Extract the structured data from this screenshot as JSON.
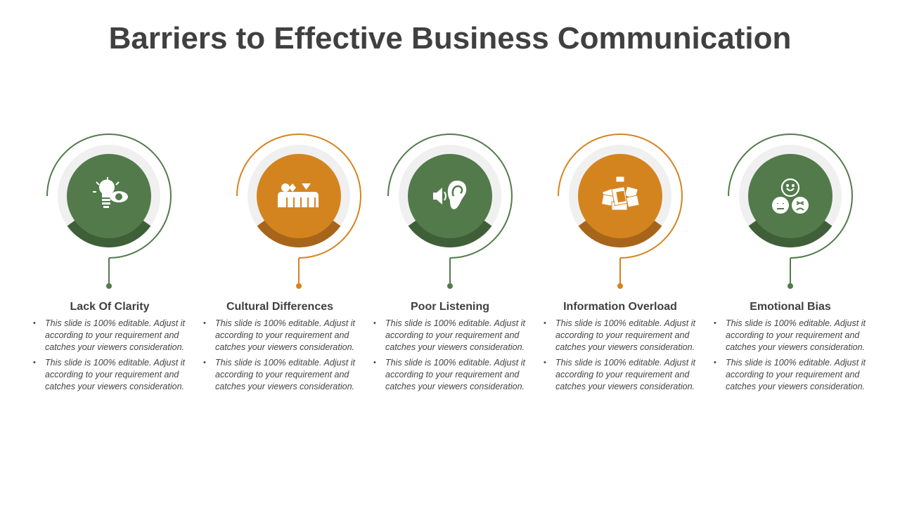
{
  "title": "Barriers to Effective Business Communication",
  "colors": {
    "green": "#537a4b",
    "green_dark": "#3f5f38",
    "orange": "#d4841f",
    "orange_dark": "#a6651b",
    "ring": "#f0f0f0",
    "title": "#404040"
  },
  "items": [
    {
      "heading": "Lack Of Clarity",
      "icon": "lightbulb-eye-icon",
      "color": "green",
      "bullets": [
        "This slide is 100% editable. Adjust it according to your requirement and catches your viewers consideration.",
        "This slide is 100% editable. Adjust it according to your requirement and catches your viewers consideration."
      ]
    },
    {
      "heading": "Cultural Differences",
      "icon": "diverse-people-icon",
      "color": "orange",
      "bullets": [
        "This slide is 100% editable. Adjust it according to your requirement and catches your viewers consideration.",
        "This slide is 100% editable. Adjust it according to your requirement and catches your viewers consideration."
      ]
    },
    {
      "heading": "Poor Listening",
      "icon": "ear-speaker-icon",
      "color": "green",
      "bullets": [
        "This slide is 100% editable. Adjust it according to your requirement and catches your viewers consideration.",
        "This slide is 100% editable. Adjust it according to your requirement and catches your viewers consideration."
      ]
    },
    {
      "heading": "Information Overload",
      "icon": "paper-pile-icon",
      "color": "orange",
      "bullets": [
        "This slide is 100% editable. Adjust it according to your requirement and catches your viewers consideration.",
        "This slide is 100% editable. Adjust it according to your requirement and catches your viewers consideration."
      ]
    },
    {
      "heading": "Emotional Bias",
      "icon": "emotion-faces-icon",
      "color": "green",
      "bullets": [
        "This slide is 100% editable. Adjust it according to your requirement and catches your viewers consideration.",
        "This slide is 100% editable. Adjust it according to your requirement and catches your viewers consideration."
      ]
    }
  ]
}
